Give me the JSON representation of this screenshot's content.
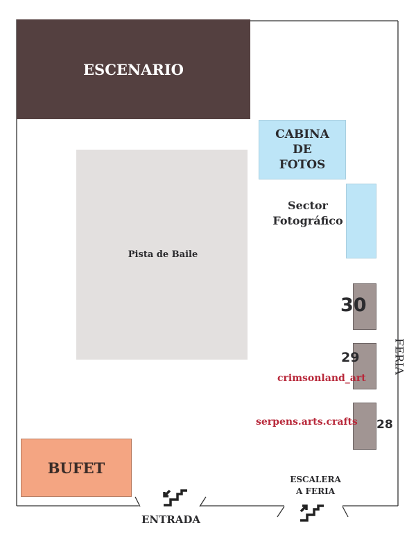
{
  "zones": {
    "stage": "ESCENARIO",
    "photo_booth": "CABINA DE FOTOS",
    "photo_sector": "Sector Fotográfico",
    "dance_floor": "Pista de Baile",
    "buffet": "BUFET",
    "fair": "FERIA"
  },
  "booths": [
    {
      "number": "30",
      "vendor": null
    },
    {
      "number": "29",
      "vendor": "crimsonland_art"
    },
    {
      "number": "28",
      "vendor": "serpens.arts.crafts"
    }
  ],
  "exits": {
    "entrance": "ENTRADA",
    "fair_stairs": "ESCALERA A FERIA"
  },
  "colors": {
    "stage": "#544040",
    "photo": "#bde5f7",
    "dance_floor": "#e3e0df",
    "buffet": "#f4a582",
    "booth": "#a19593",
    "vendor_text": "#b8283a"
  }
}
